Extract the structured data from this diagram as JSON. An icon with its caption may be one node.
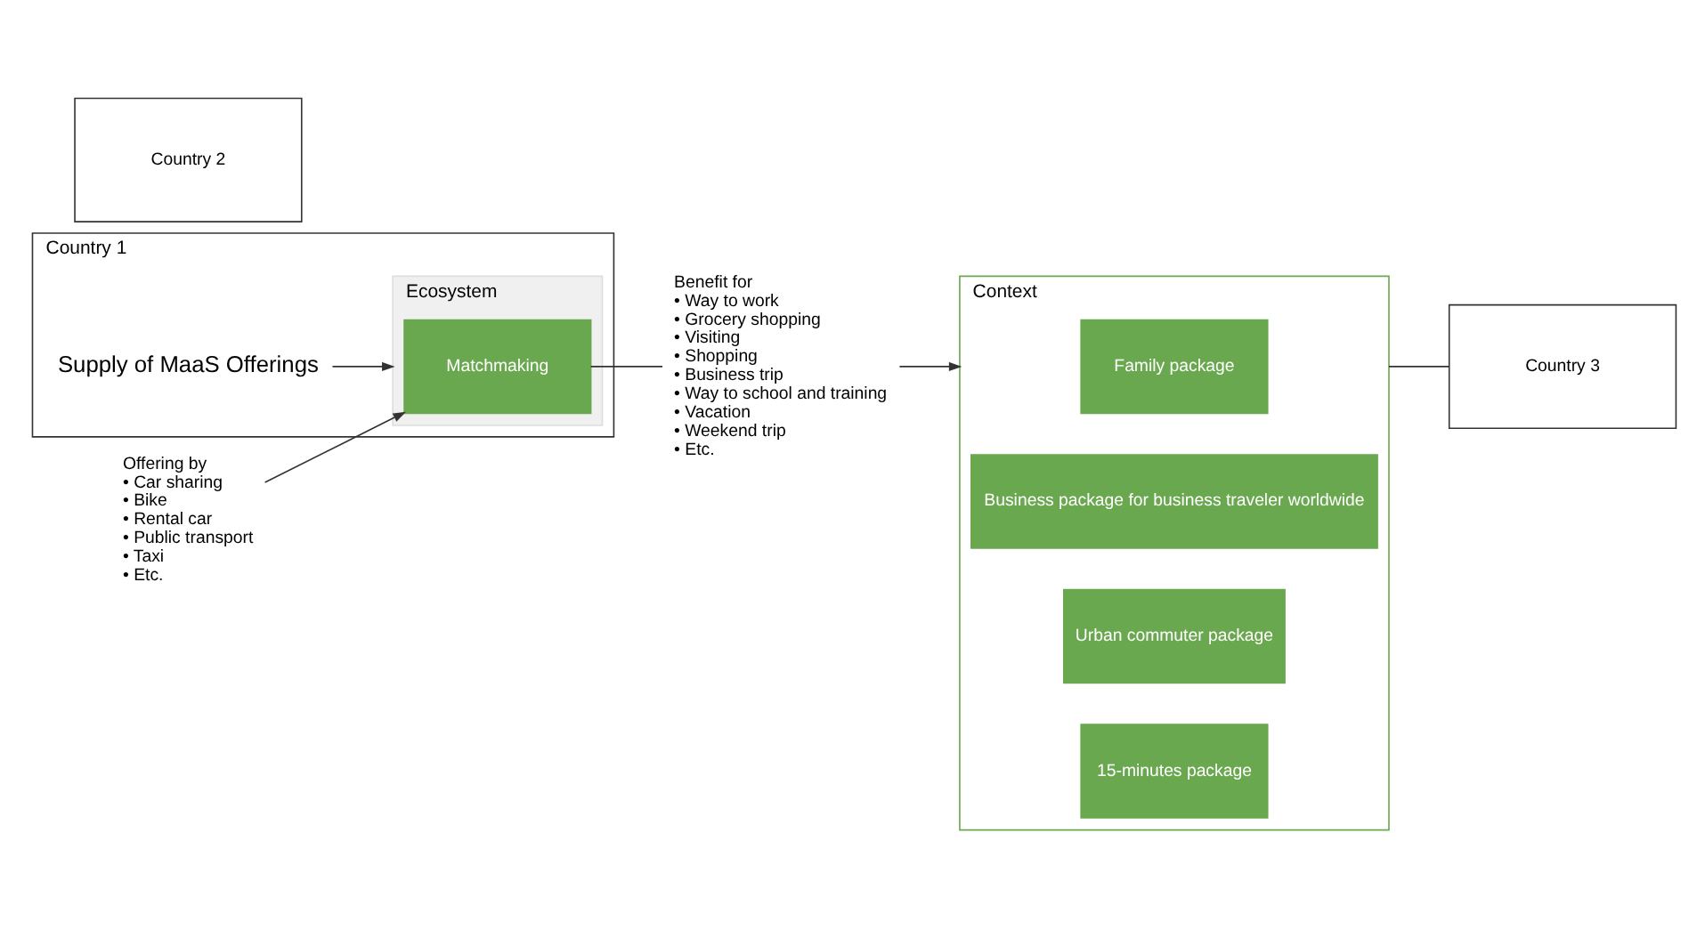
{
  "diagram": {
    "nodes": [
      {
        "text": [
          "Context"
        ]
      },
      {
        "text": [
          "Family package"
        ],
        "in": 0
      },
      {
        "text": [
          "Business package for business traveler worldwide"
        ],
        "in": 0
      },
      {
        "text": [
          "Urban commuter package"
        ],
        "in": 0
      },
      {
        "text": [
          "15-minutes package"
        ],
        "in": 0
      },
      {
        "text": [
          "Country 3"
        ]
      },
      {
        "text": [
          "Country 2"
        ]
      },
      {
        "text": [
          "Country 1"
        ]
      },
      {
        "text": [
          "Supply of MaaS Offerings"
        ],
        "in": 7
      },
      {
        "text": [
          "Ecosystem"
        ],
        "in": 7
      },
      {
        "text": [
          "Matchmaking"
        ],
        "in": 9
      },
      {
        "text": [
          "Offering by",
          "• Car sharing",
          "• Bike",
          "• Rental car",
          "• Public transport",
          "• Taxi",
          "• Etc."
        ]
      },
      {
        "text": [
          "Benefit for",
          "• Way to work",
          "• Grocery shopping",
          "• Visiting",
          "• Shopping",
          "• Business trip",
          "• Way to school and training",
          "• Vacation",
          "• Weekend trip",
          "• Etc."
        ]
      }
    ],
    "edges": [
      {
        "from": 0,
        "to": 5,
        "arrow": "none"
      },
      {
        "from": 8,
        "to": 9,
        "arrow": "to"
      },
      {
        "from": 11,
        "to": 10,
        "arrow": "to"
      },
      {
        "from": 10,
        "to": 12,
        "arrow": "none"
      },
      {
        "from": 12,
        "to": 0,
        "arrow": "to"
      }
    ]
  }
}
